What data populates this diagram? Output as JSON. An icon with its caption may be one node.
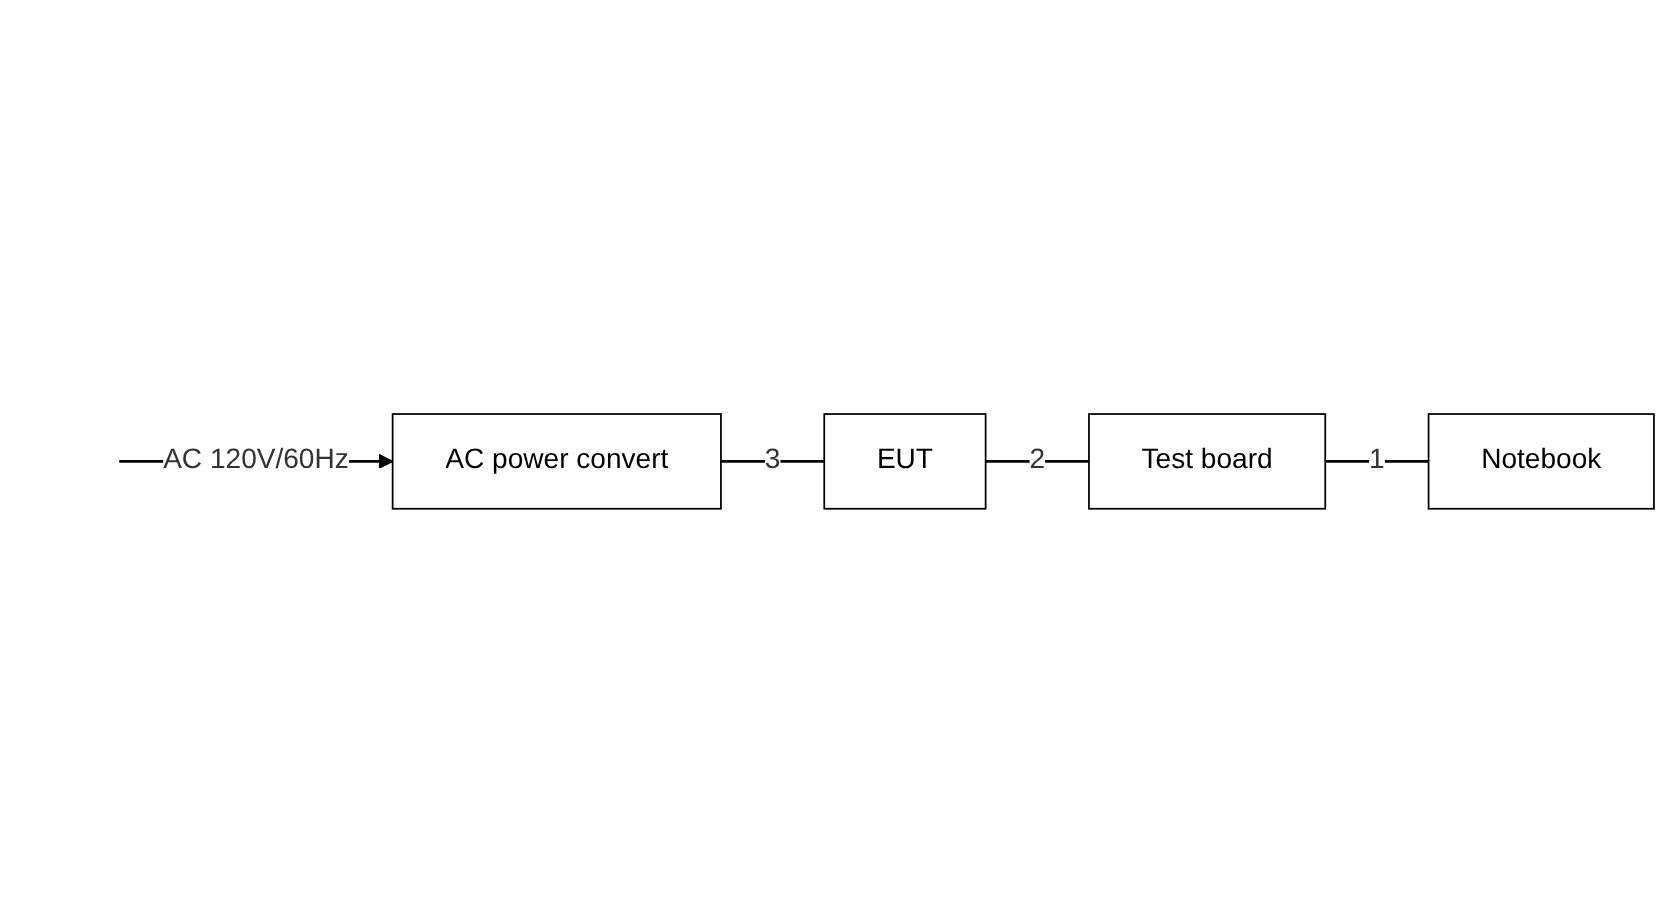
{
  "diagram": {
    "nodes": [
      {
        "text": [
          "AC power convert"
        ]
      },
      {
        "text": [
          "EUT"
        ]
      },
      {
        "text": [
          "Test board"
        ]
      },
      {
        "text": [
          "Notebook"
        ]
      }
    ],
    "edges": [
      {
        "from": null,
        "to": 0,
        "arrow": "to",
        "label": "AC 120V/60Hz"
      },
      {
        "from": 0,
        "to": 1,
        "arrow": "none",
        "label": "3"
      },
      {
        "from": 1,
        "to": 2,
        "arrow": "none",
        "label": "2"
      },
      {
        "from": 2,
        "to": 3,
        "arrow": "none",
        "label": "1"
      }
    ]
  }
}
